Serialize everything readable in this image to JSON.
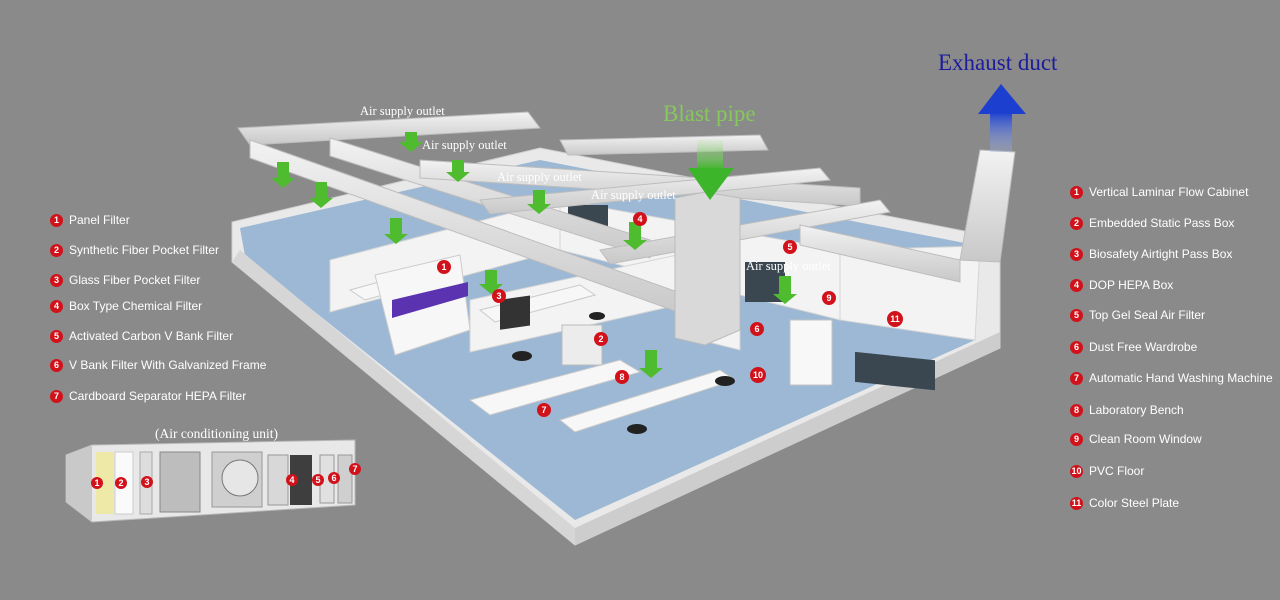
{
  "labels": {
    "exhaust_duct": "Exhaust duct",
    "blast_pipe": "Blast pipe",
    "air_supply_outlet": "Air supply outlet",
    "air_conditioning_unit": "(Air conditioning unit)"
  },
  "filters_legend": [
    {
      "num": "1",
      "label": "Panel Filter"
    },
    {
      "num": "2",
      "label": "Synthetic Fiber Pocket Filter"
    },
    {
      "num": "3",
      "label": "Glass Fiber Pocket Filter"
    },
    {
      "num": "4",
      "label": "Box Type Chemical Filter"
    },
    {
      "num": "5",
      "label": "Activated Carbon V Bank Filter"
    },
    {
      "num": "6",
      "label": "V Bank Filter With Galvanized Frame"
    },
    {
      "num": "7",
      "label": "Cardboard Separator HEPA Filter"
    }
  ],
  "equipment_legend": [
    {
      "num": "1",
      "label": "Vertical Laminar Flow Cabinet"
    },
    {
      "num": "2",
      "label": "Embedded Static Pass Box"
    },
    {
      "num": "3",
      "label": "Biosafety Airtight Pass Box"
    },
    {
      "num": "4",
      "label": "DOP HEPA Box"
    },
    {
      "num": "5",
      "label": "Top Gel Seal Air Filter"
    },
    {
      "num": "6",
      "label": "Dust Free Wardrobe"
    },
    {
      "num": "7",
      "label": "Automatic Hand Washing Machine"
    },
    {
      "num": "8",
      "label": "Laboratory Bench"
    },
    {
      "num": "9",
      "label": "Clean Room Window"
    },
    {
      "num": "10",
      "label": "PVC Floor"
    },
    {
      "num": "11",
      "label": "Color Steel Plate"
    }
  ],
  "scene_markers": [
    "1",
    "2",
    "3",
    "4",
    "5",
    "6",
    "7",
    "8",
    "9",
    "10",
    "11"
  ],
  "ac_unit_markers": [
    "1",
    "2",
    "3",
    "4",
    "5",
    "6",
    "7"
  ],
  "colors": {
    "background": "#8a8a8a",
    "badge": "#d1121b",
    "exhaust_arrow": "#1d4fd8",
    "supply_arrow": "#5cc23c",
    "floor": "#9cb8d4"
  }
}
